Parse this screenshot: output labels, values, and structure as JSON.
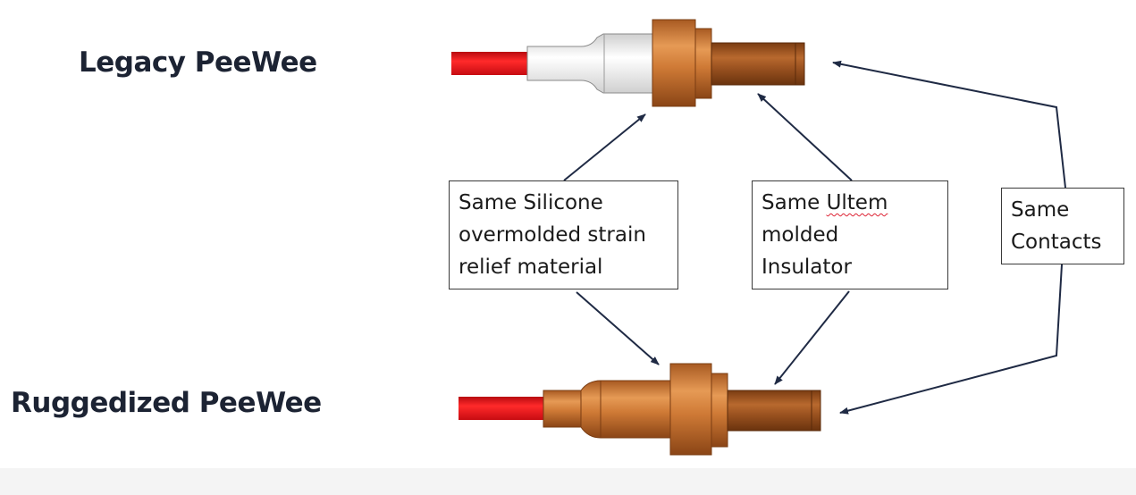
{
  "titles": {
    "legacy": "Legacy PeeWee",
    "ruggedized": "Ruggedized PeeWee"
  },
  "callouts": {
    "silicone": {
      "line1": "Same Silicone",
      "line2": "overmolded strain",
      "line3": "relief material"
    },
    "ultem": {
      "line1_prefix": "Same ",
      "line1_word": "Ultem",
      "line2": "molded",
      "line3": "Insulator"
    },
    "contacts": {
      "line1": "Same",
      "line2": "Contacts"
    }
  },
  "colors": {
    "wire": "#e4111a",
    "copper": "#c8732c",
    "copper_dark": "#9a5220",
    "contact": "#8e4a1a",
    "silicone_white": "#efefef",
    "arrow": "#1f2a44"
  }
}
